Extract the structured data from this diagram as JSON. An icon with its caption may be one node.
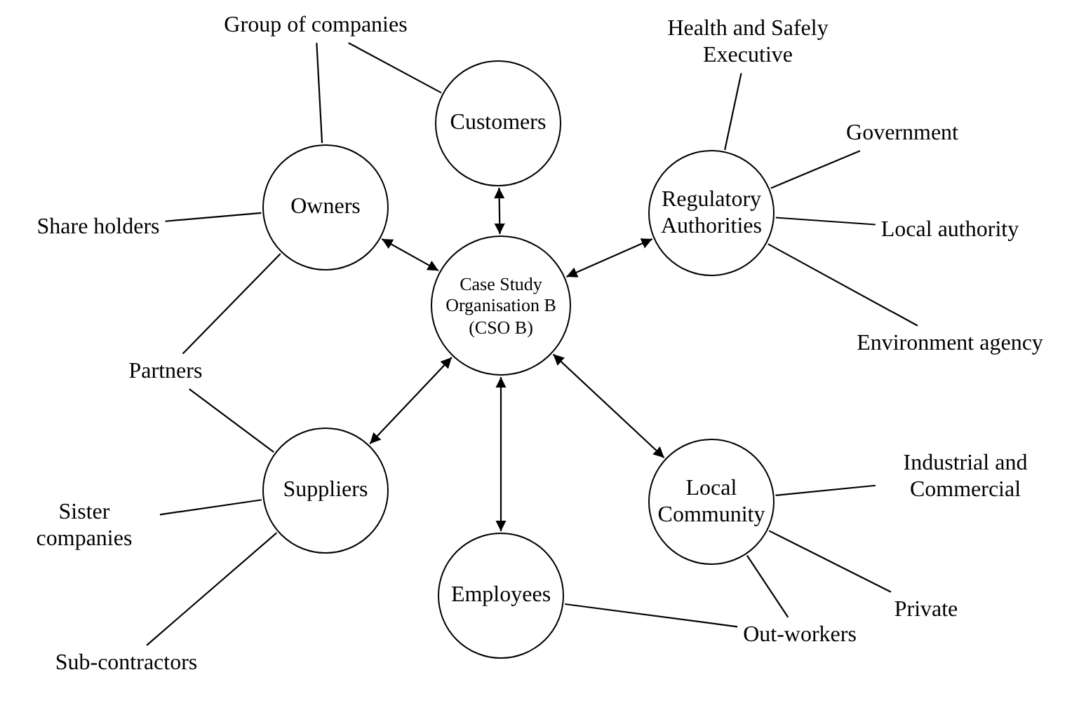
{
  "diagram": {
    "nodes": [
      {
        "text": [
          "Case Study Organisation B (CSO B)"
        ]
      },
      {
        "text": [
          "Customers"
        ]
      },
      {
        "text": [
          "Owners"
        ]
      },
      {
        "text": [
          "Regulatory Authorities"
        ]
      },
      {
        "text": [
          "Suppliers"
        ]
      },
      {
        "text": [
          "Local Community"
        ]
      },
      {
        "text": [
          "Employees"
        ]
      },
      {
        "text": [
          "Group of companies"
        ]
      },
      {
        "text": [
          "Health and Safely Executive"
        ]
      },
      {
        "text": [
          "Government"
        ]
      },
      {
        "text": [
          "Share holders"
        ]
      },
      {
        "text": [
          "Local authority"
        ]
      },
      {
        "text": [
          "Partners"
        ]
      },
      {
        "text": [
          "Environment agency"
        ]
      },
      {
        "text": [
          "Industrial and Commercial"
        ]
      },
      {
        "text": [
          "Sister companies"
        ]
      },
      {
        "text": [
          "Private"
        ]
      },
      {
        "text": [
          "Sub-contractors"
        ]
      },
      {
        "text": [
          "Out-workers"
        ]
      }
    ],
    "edges": [
      {
        "from": 0,
        "to": 1,
        "arrow": "both"
      },
      {
        "from": 0,
        "to": 2,
        "arrow": "both"
      },
      {
        "from": 0,
        "to": 3,
        "arrow": "both"
      },
      {
        "from": 0,
        "to": 4,
        "arrow": "both"
      },
      {
        "from": 0,
        "to": 5,
        "arrow": "both"
      },
      {
        "from": 0,
        "to": 6,
        "arrow": "both"
      },
      {
        "from": 7,
        "to": 1,
        "arrow": "none"
      },
      {
        "from": 7,
        "to": 2,
        "arrow": "none"
      },
      {
        "from": 10,
        "to": 2,
        "arrow": "none"
      },
      {
        "from": 12,
        "to": 2,
        "arrow": "none"
      },
      {
        "from": 8,
        "to": 3,
        "arrow": "none"
      },
      {
        "from": 9,
        "to": 3,
        "arrow": "none"
      },
      {
        "from": 11,
        "to": 3,
        "arrow": "none"
      },
      {
        "from": 13,
        "to": 3,
        "arrow": "none"
      },
      {
        "from": 12,
        "to": 4,
        "arrow": "none"
      },
      {
        "from": 15,
        "to": 4,
        "arrow": "none"
      },
      {
        "from": 17,
        "to": 4,
        "arrow": "none"
      },
      {
        "from": 14,
        "to": 5,
        "arrow": "none"
      },
      {
        "from": 16,
        "to": 5,
        "arrow": "none"
      },
      {
        "from": 18,
        "to": 5,
        "arrow": "none"
      },
      {
        "from": 18,
        "to": 6,
        "arrow": "none"
      }
    ]
  }
}
